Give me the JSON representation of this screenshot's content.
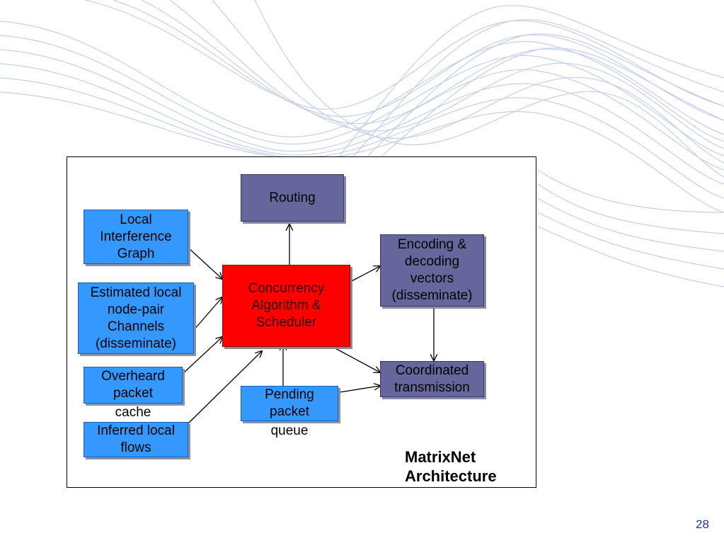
{
  "boxes": {
    "routing": "Routing",
    "interference": "Local\nInterference\nGraph",
    "estimated": "Estimated local\nnode-pair\nChannels\n(disseminate)",
    "overheard": "Overheard\npacket",
    "overheard_tail": "cache",
    "inferred": "Inferred local\nflows",
    "concurrency": "Concurrency\nAlgorithm &\nScheduler",
    "pending": "Pending\npacket",
    "pending_tail": "queue",
    "encoding": "Encoding &\ndecoding\nvectors\n(disseminate)",
    "coordinated": "Coordinated\ntransmission"
  },
  "title": "MatrixNet\nArchitecture",
  "page_number": "28",
  "colors": {
    "input_box": "#3399ff",
    "output_box": "#66669c",
    "core_box": "#ff0000"
  }
}
